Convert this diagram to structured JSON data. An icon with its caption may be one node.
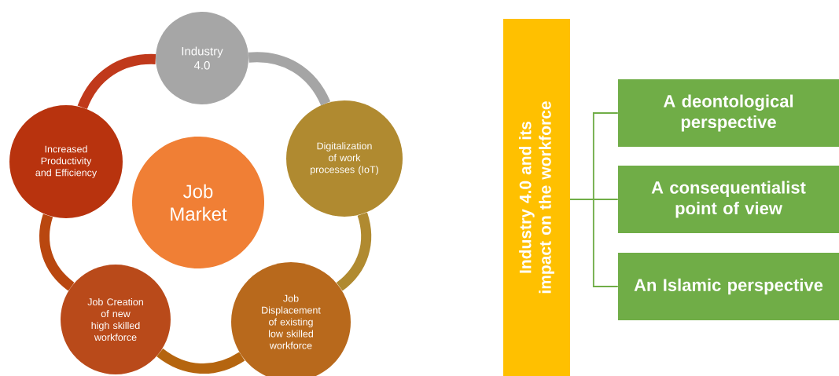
{
  "diagram": {
    "nodes": [
      {
        "text": [
          "Job Market"
        ]
      },
      {
        "text": [
          "Industry 4.0"
        ]
      },
      {
        "text": [
          "Digitalization of work processes (IoT)"
        ]
      },
      {
        "text": [
          "Job Displacement of existing low skilled workforce"
        ]
      },
      {
        "text": [
          "Job Creation of new high skilled workforce"
        ]
      },
      {
        "text": [
          "Increased Productivity and Efficiency"
        ]
      },
      {
        "text": [
          "Industry 4.0 and its impact on the workforce"
        ]
      },
      {
        "text": [
          "A deontological perspective"
        ]
      },
      {
        "text": [
          "A consequentialist point of view"
        ]
      },
      {
        "text": [
          "An Islamic perspective"
        ]
      }
    ],
    "edges": [
      {
        "from": 1,
        "to": 2,
        "arrow": "none",
        "color": "#a5a5a5"
      },
      {
        "from": 2,
        "to": 3,
        "arrow": "none",
        "color": "#b08a30"
      },
      {
        "from": 3,
        "to": 4,
        "arrow": "none",
        "color": "#b5650f"
      },
      {
        "from": 4,
        "to": 5,
        "arrow": "none",
        "color": "#b9470f"
      },
      {
        "from": 5,
        "to": 1,
        "arrow": "none",
        "color": "#c0391b"
      },
      {
        "from": 6,
        "to": 7,
        "arrow": "none"
      },
      {
        "from": 6,
        "to": 8,
        "arrow": "none"
      },
      {
        "from": 6,
        "to": 9,
        "arrow": "none"
      }
    ]
  }
}
